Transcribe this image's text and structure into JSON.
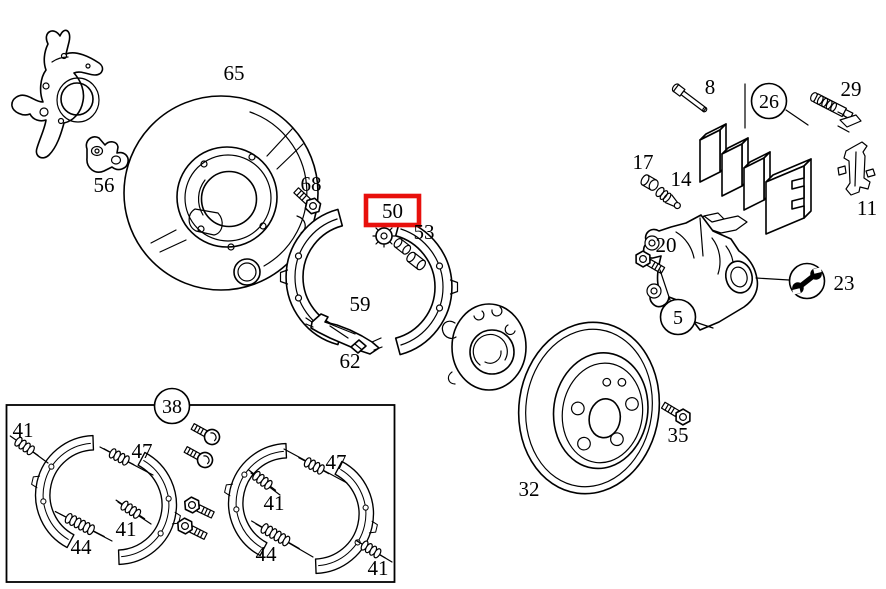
{
  "highlight": {
    "part": "50",
    "box_color": "#e8100c"
  },
  "labels": {
    "k56": "56",
    "k65": "65",
    "k68": "68",
    "k50": "50",
    "k53": "53",
    "k59": "59",
    "k62": "62",
    "k8": "8",
    "k26": "26",
    "k29": "29",
    "k11": "11",
    "k17": "17",
    "k14": "14",
    "k20": "20",
    "k5": "5",
    "k23": "23",
    "k35": "35",
    "k32": "32",
    "k38": "38",
    "k41_1": "41",
    "k47_1": "47",
    "k41_2": "41",
    "k44_1": "44",
    "k47_2": "47",
    "k41_3": "41",
    "k44_2": "44",
    "k41_4": "41"
  }
}
